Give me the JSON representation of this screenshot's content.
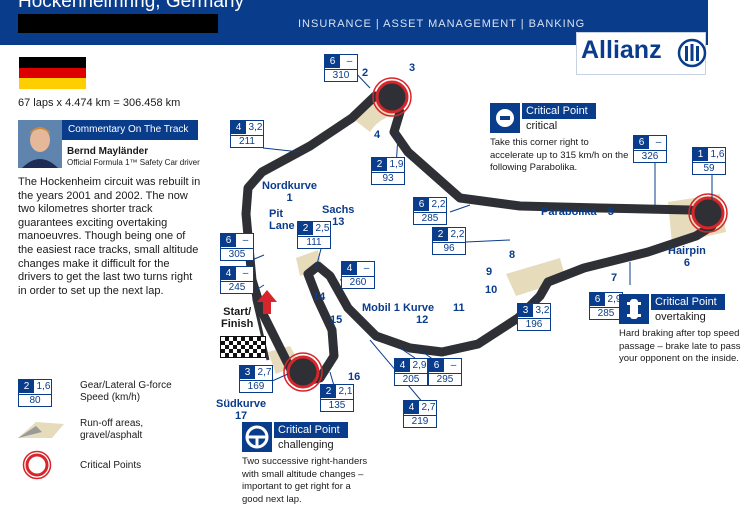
{
  "header": {
    "title": "Hockenheimring, Germany",
    "nav": "INSURANCE | ASSET MANAGEMENT | BANKING",
    "logo": "Allianz",
    "background": "#0a3c8c"
  },
  "circuit": {
    "laps_text": "67 laps x 4.474 km = 306.458 km",
    "flag_colors": [
      "#000000",
      "#dd0000",
      "#ffce00"
    ]
  },
  "commentary": {
    "heading": "Commentary On The Track",
    "name": "Bernd Mayländer",
    "role": "Official Formula 1™ Safety Car driver",
    "text": "The Hockenheim circuit was rebuilt in the years 2001 and 2002. The now two kilometres shorter track guarantees exciting overtaking manoeuvres. Though being one of the easiest race tracks, small altitude changes make it difficult for the drivers to get the last two turns right in order to set up the next lap."
  },
  "corners": [
    {
      "num": "1",
      "name": "Nordkurve"
    },
    {
      "num": "2"
    },
    {
      "num": "3"
    },
    {
      "num": "4"
    },
    {
      "num": "5",
      "name": "Parabolika"
    },
    {
      "num": "6",
      "name": "Hairpin"
    },
    {
      "num": "7"
    },
    {
      "num": "8"
    },
    {
      "num": "9"
    },
    {
      "num": "10"
    },
    {
      "num": "11"
    },
    {
      "num": "12",
      "name": "Mobil 1 Kurve"
    },
    {
      "num": "13",
      "name": "Sachs"
    },
    {
      "num": "14"
    },
    {
      "num": "15"
    },
    {
      "num": "16"
    },
    {
      "num": "17",
      "name": "Südkurve"
    }
  ],
  "track_labels": {
    "pit_lane": "Pit\nLane",
    "start_finish": "Start/\nFinish"
  },
  "gear_boxes": [
    {
      "gear": "6",
      "lat": "–",
      "speed": "310"
    },
    {
      "gear": "2",
      "lat": "1,9",
      "speed": "93"
    },
    {
      "gear": "4",
      "lat": "3,2",
      "speed": "211"
    },
    {
      "gear": "6",
      "lat": "–",
      "speed": "326"
    },
    {
      "gear": "1",
      "lat": "1,6",
      "speed": "59"
    },
    {
      "gear": "6",
      "lat": "2,2",
      "speed": "285"
    },
    {
      "gear": "2",
      "lat": "2,2",
      "speed": "96"
    },
    {
      "gear": "2",
      "lat": "2,5",
      "speed": "111"
    },
    {
      "gear": "6",
      "lat": "–",
      "speed": "305"
    },
    {
      "gear": "4",
      "lat": "–",
      "speed": "260"
    },
    {
      "gear": "4",
      "lat": "–",
      "speed": "245"
    },
    {
      "gear": "3",
      "lat": "3,2",
      "speed": "196"
    },
    {
      "gear": "6",
      "lat": "2,9",
      "speed": "285"
    },
    {
      "gear": "3",
      "lat": "2,7",
      "speed": "169"
    },
    {
      "gear": "4",
      "lat": "2,9",
      "speed": "205"
    },
    {
      "gear": "6",
      "lat": "–",
      "speed": "295"
    },
    {
      "gear": "2",
      "lat": "2,1",
      "speed": "135"
    },
    {
      "gear": "4",
      "lat": "2,7",
      "speed": "219"
    }
  ],
  "critical_points": [
    {
      "title": "Critical Point",
      "level": "critical",
      "icon": "brake-pedal-icon",
      "text": "Take this corner right to accelerate up to 315 km/h on the following Parabolika."
    },
    {
      "title": "Critical Point",
      "level": "overtaking",
      "icon": "overtaking-car-icon",
      "text": "Hard braking after top speed passage – brake late to pass your opponent on the inside."
    },
    {
      "title": "Critical Point",
      "level": "challenging",
      "icon": "steering-wheel-icon",
      "text": "Two successive right-handers with small altitude changes – important to get right for a good next lap."
    }
  ],
  "legend": {
    "sample": {
      "gear": "2",
      "lat": "1,6",
      "speed": "80"
    },
    "gear_text": "Gear/Lateral G-force\nSpeed (km/h)",
    "runoff_text": "Run-off areas,\ngravel/asphalt",
    "critical_text": "Critical Points"
  },
  "colors": {
    "track": "#2e3035",
    "runoff": "#e6dcbb",
    "accent": "#d6262b",
    "brand": "#0a3c8c"
  }
}
